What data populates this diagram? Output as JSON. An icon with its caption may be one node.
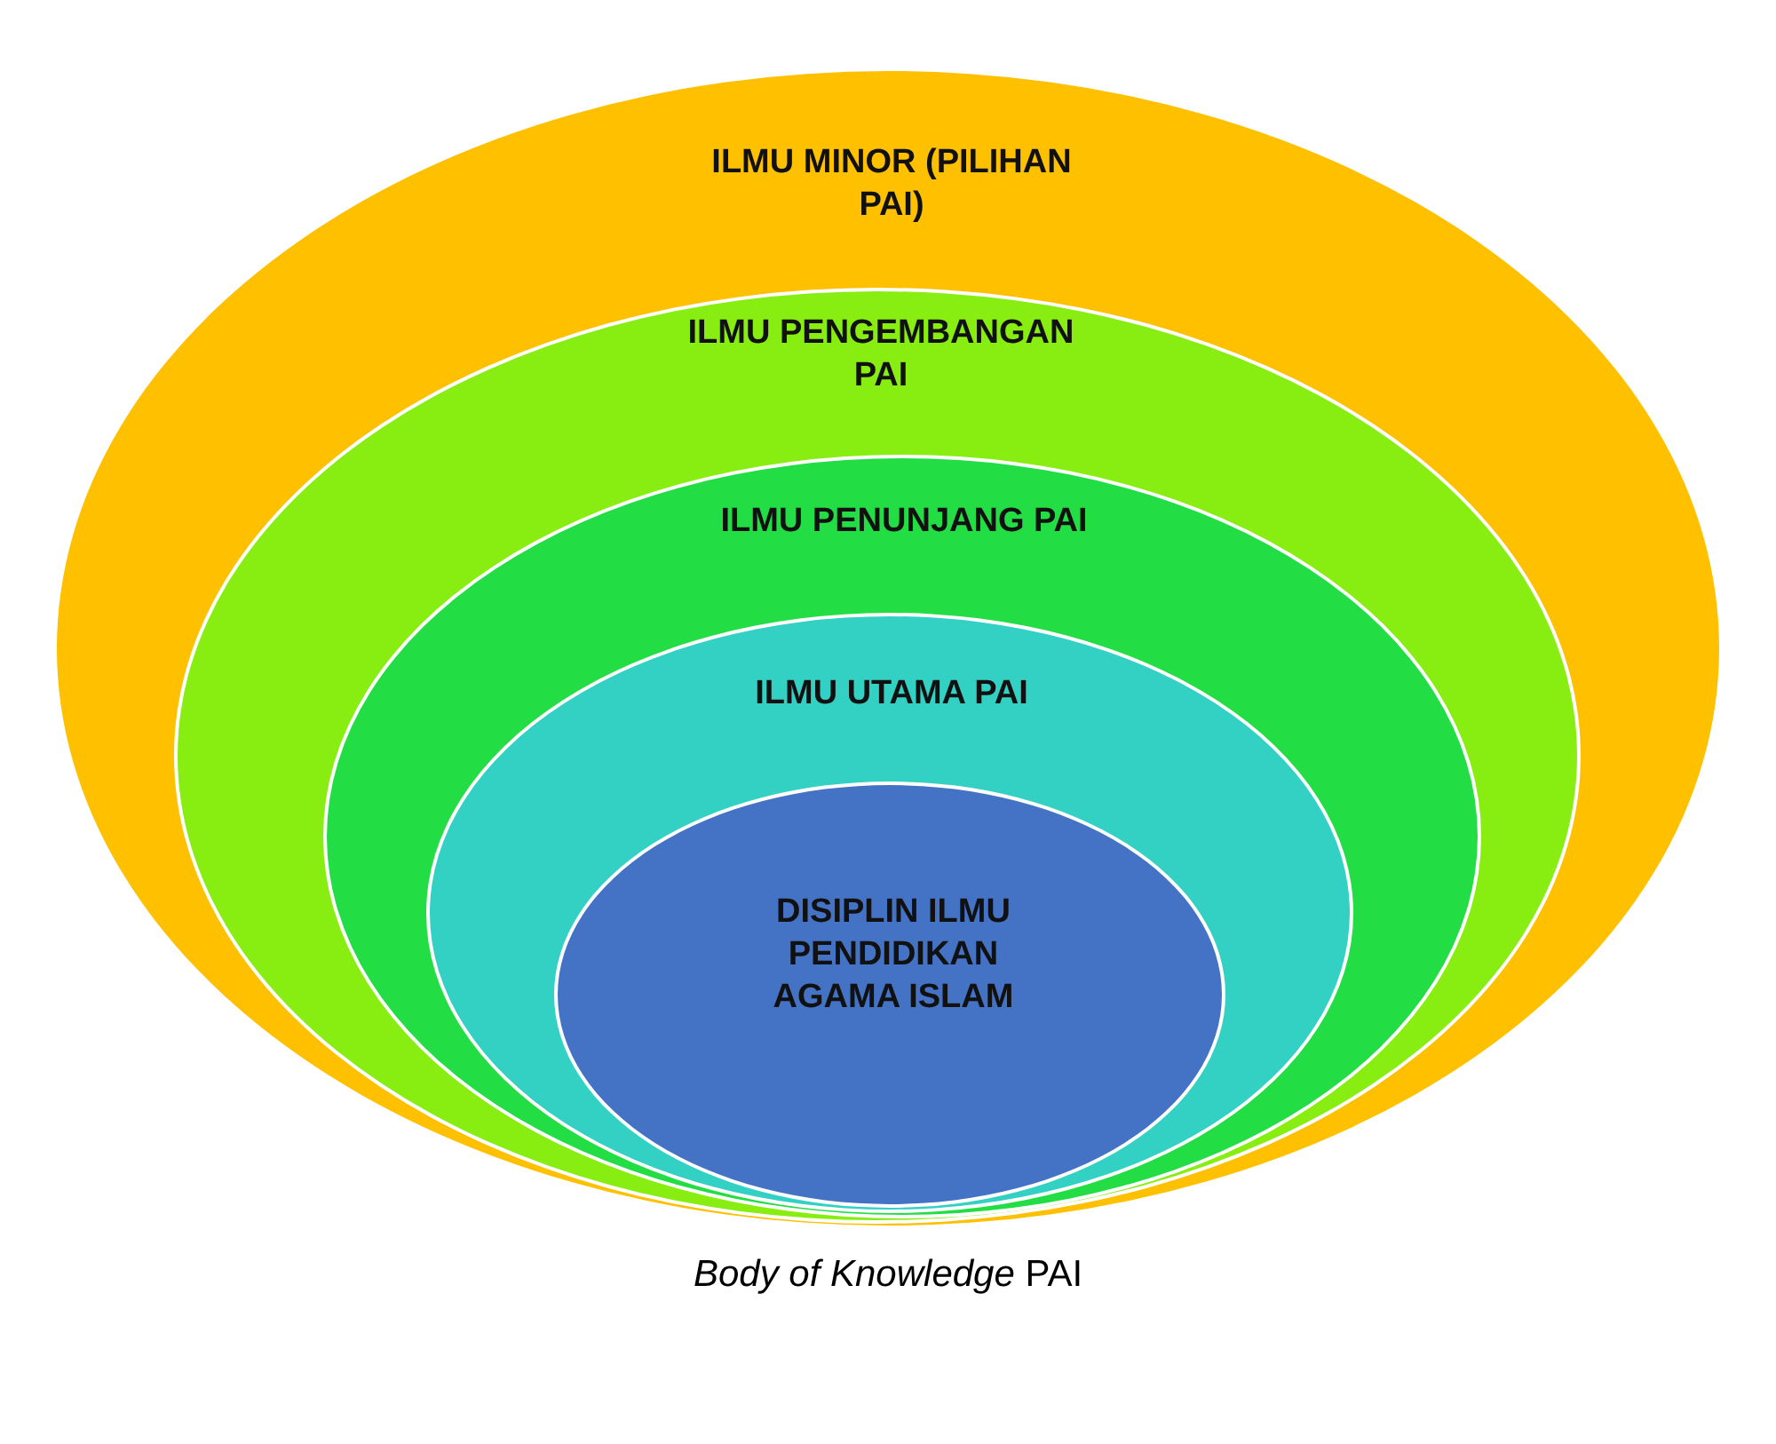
{
  "diagram": {
    "caption": "*Body of Knowledge* PAI",
    "nodes": [
      {
        "text": [
          "ILMU MINOR (PILIHAN PAI)"
        ]
      },
      {
        "text": [
          "ILMU PENGEMBANGAN PAI"
        ],
        "in": 0
      },
      {
        "text": [
          "ILMU PENUNJANG PAI"
        ],
        "in": 1
      },
      {
        "text": [
          "ILMU UTAMA PAI"
        ],
        "in": 2
      },
      {
        "text": [
          "DISIPLIN ILMU PENDIDIKAN AGAMA ISLAM"
        ],
        "in": 3
      }
    ]
  }
}
